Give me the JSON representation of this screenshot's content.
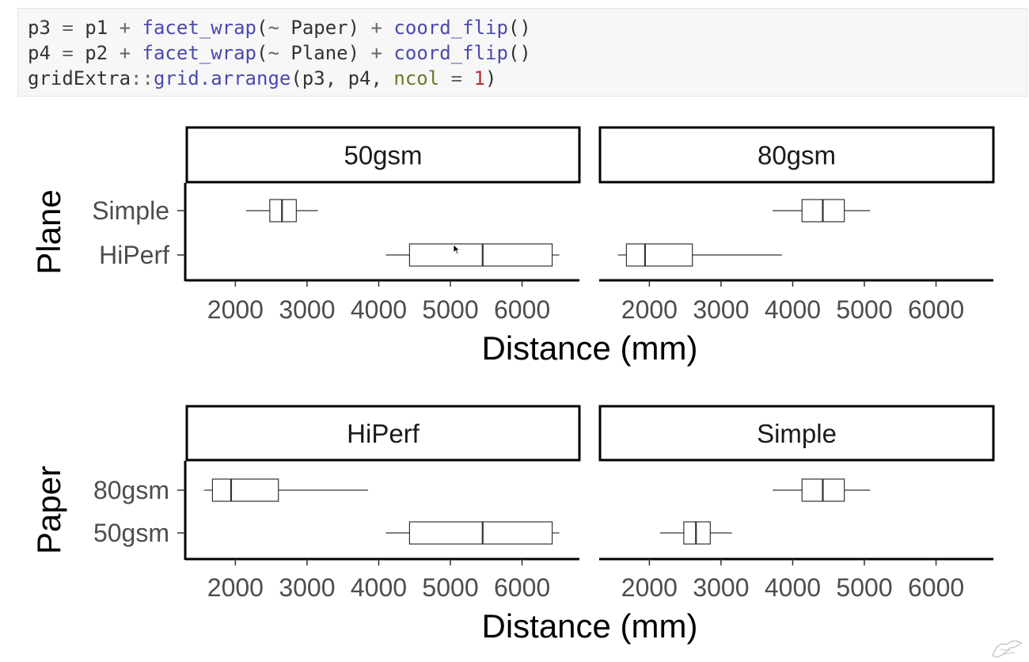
{
  "code_cell": {
    "lines": [
      [
        {
          "t": "p3 ",
          "c": ""
        },
        {
          "t": "=",
          "c": "op"
        },
        {
          "t": " p1 ",
          "c": ""
        },
        {
          "t": "+",
          "c": "op"
        },
        {
          "t": " ",
          "c": ""
        },
        {
          "t": "facet_wrap",
          "c": "fn"
        },
        {
          "t": "(",
          "c": ""
        },
        {
          "t": "~",
          "c": "op"
        },
        {
          "t": " Paper) ",
          "c": ""
        },
        {
          "t": "+",
          "c": "op"
        },
        {
          "t": " ",
          "c": ""
        },
        {
          "t": "coord_flip",
          "c": "fn"
        },
        {
          "t": "()",
          "c": ""
        }
      ],
      [
        {
          "t": "p4 ",
          "c": ""
        },
        {
          "t": "=",
          "c": "op"
        },
        {
          "t": " p2 ",
          "c": ""
        },
        {
          "t": "+",
          "c": "op"
        },
        {
          "t": " ",
          "c": ""
        },
        {
          "t": "facet_wrap",
          "c": "fn"
        },
        {
          "t": "(",
          "c": ""
        },
        {
          "t": "~",
          "c": "op"
        },
        {
          "t": " Plane) ",
          "c": ""
        },
        {
          "t": "+",
          "c": "op"
        },
        {
          "t": " ",
          "c": ""
        },
        {
          "t": "coord_flip",
          "c": "fn"
        },
        {
          "t": "()",
          "c": ""
        }
      ],
      [
        {
          "t": "gridExtra",
          "c": ""
        },
        {
          "t": "::",
          "c": "op"
        },
        {
          "t": "grid.arrange",
          "c": "fn"
        },
        {
          "t": "(p3, p4, ",
          "c": ""
        },
        {
          "t": "ncol",
          "c": "arg"
        },
        {
          "t": " ",
          "c": ""
        },
        {
          "t": "=",
          "c": "op"
        },
        {
          "t": " ",
          "c": ""
        },
        {
          "t": "1",
          "c": "num"
        },
        {
          "t": ")",
          "c": ""
        }
      ]
    ],
    "colors": {
      "fn": "#4a4ab0",
      "arg": "#687a2c",
      "num": "#b5312b",
      "op": "#666666",
      "text": "#333333"
    }
  },
  "chart_data": [
    {
      "type": "boxplot",
      "orientation": "horizontal",
      "ylabel": "Plane",
      "xlabel": "Distance (mm)",
      "xlim": [
        1300,
        6800
      ],
      "xticks": [
        2000,
        3000,
        4000,
        5000,
        6000
      ],
      "categories": [
        "Simple",
        "HiPerf"
      ],
      "grid": false,
      "facets": [
        {
          "label": "50gsm",
          "boxes": [
            {
              "category": "Simple",
              "whisker_low": 2150,
              "q1": 2480,
              "median": 2650,
              "q3": 2850,
              "whisker_high": 3150
            },
            {
              "category": "HiPerf",
              "whisker_low": 4100,
              "q1": 4430,
              "median": 5450,
              "q3": 6420,
              "whisker_high": 6520
            }
          ]
        },
        {
          "label": "80gsm",
          "boxes": [
            {
              "category": "Simple",
              "whisker_low": 3720,
              "q1": 4130,
              "median": 4420,
              "q3": 4720,
              "whisker_high": 5080
            },
            {
              "category": "HiPerf",
              "whisker_low": 1560,
              "q1": 1680,
              "median": 1940,
              "q3": 2600,
              "whisker_high": 3850
            }
          ]
        }
      ]
    },
    {
      "type": "boxplot",
      "orientation": "horizontal",
      "ylabel": "Paper",
      "xlabel": "Distance (mm)",
      "xlim": [
        1300,
        6800
      ],
      "xticks": [
        2000,
        3000,
        4000,
        5000,
        6000
      ],
      "categories": [
        "80gsm",
        "50gsm"
      ],
      "grid": false,
      "facets": [
        {
          "label": "HiPerf",
          "boxes": [
            {
              "category": "80gsm",
              "whisker_low": 1560,
              "q1": 1680,
              "median": 1940,
              "q3": 2600,
              "whisker_high": 3850
            },
            {
              "category": "50gsm",
              "whisker_low": 4100,
              "q1": 4430,
              "median": 5450,
              "q3": 6420,
              "whisker_high": 6520
            }
          ]
        },
        {
          "label": "Simple",
          "boxes": [
            {
              "category": "80gsm",
              "whisker_low": 3720,
              "q1": 4130,
              "median": 4420,
              "q3": 4720,
              "whisker_high": 5080
            },
            {
              "category": "50gsm",
              "whisker_low": 2150,
              "q1": 2480,
              "median": 2650,
              "q3": 2850,
              "whisker_high": 3150
            }
          ]
        }
      ]
    }
  ],
  "colors": {
    "box_stroke": "#333333",
    "axis": "#000000",
    "tick_text": "#4d4d4d",
    "strip_fill": "#ffffff"
  },
  "icons": {
    "cursor": "mouse-pointer-icon",
    "watermark": "corner-logo-icon"
  }
}
